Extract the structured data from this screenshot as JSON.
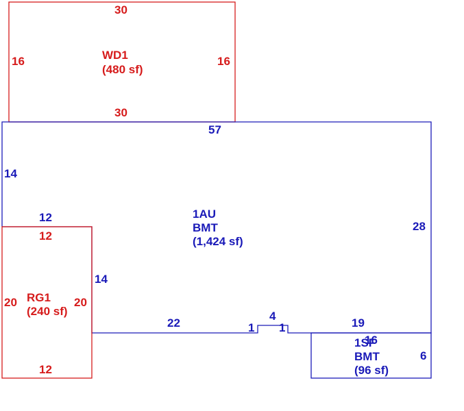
{
  "colors": {
    "wood_deck": "#d61b1b",
    "living": "#1a1ab8",
    "garage": "#d61b1b",
    "screen_porch": "#1a1ab8"
  },
  "areas": {
    "wd1": {
      "code": "WD1",
      "area": "(480 sf)",
      "top": "30",
      "bottom": "30",
      "left": "16",
      "right": "16"
    },
    "main": {
      "code": "1AU",
      "sub": "BMT",
      "area": "(1,424 sf)",
      "top": "57",
      "left_upper": "14",
      "left_step": "12",
      "right": "28",
      "inner_left": "14",
      "bottom_left": "22",
      "notch_left": "1",
      "notch_top": "4",
      "notch_right": "1",
      "bottom_right": "19"
    },
    "rg1": {
      "code": "RG1",
      "area": "(240 sf)",
      "top": "12",
      "bottom": "12",
      "left": "20",
      "right": "20"
    },
    "sp": {
      "code": "1SF",
      "overlap": "16",
      "sub": "BMT",
      "area": "(96 sf)",
      "right": "6"
    }
  }
}
